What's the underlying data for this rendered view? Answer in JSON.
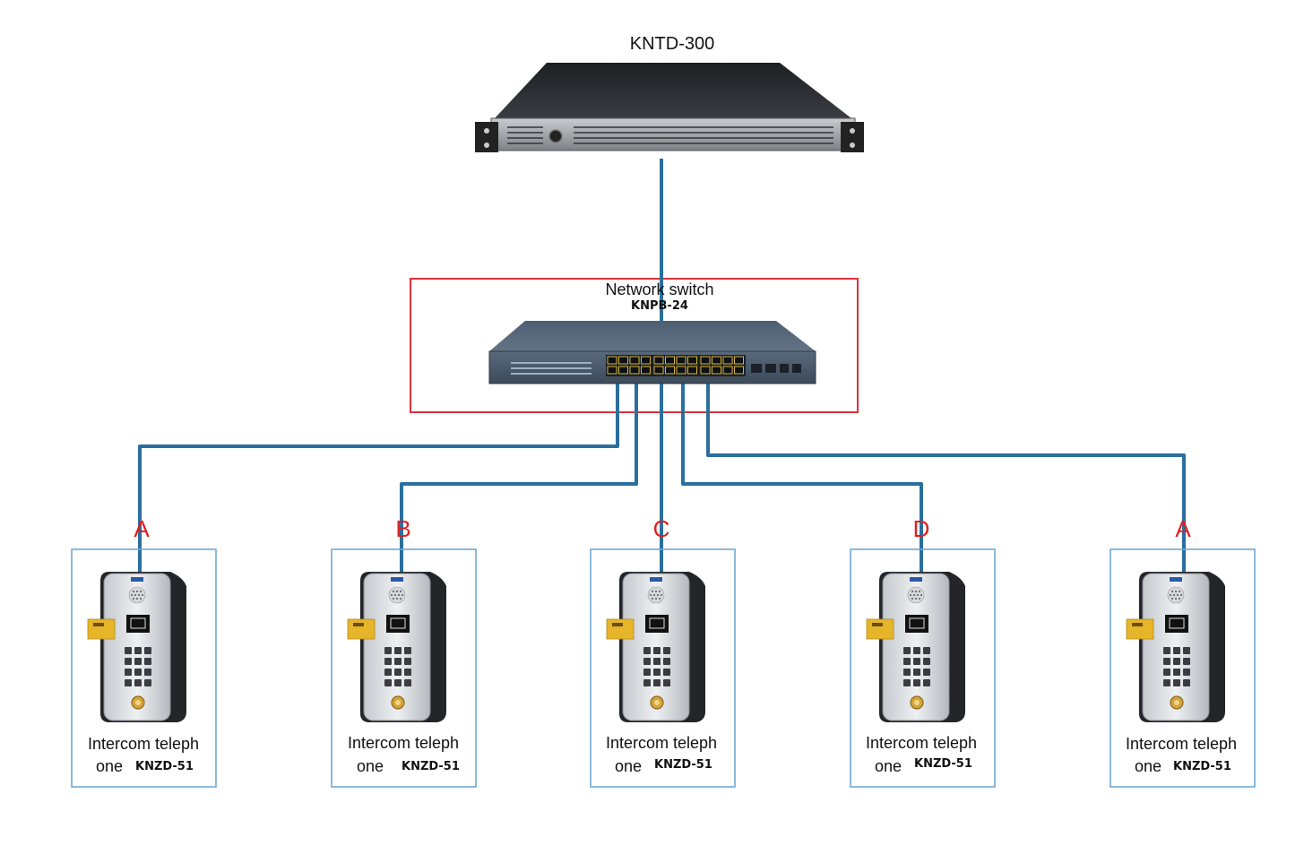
{
  "server": {
    "title": "KNTD-300"
  },
  "switch": {
    "title": "Network switch",
    "model": "KNPB-24"
  },
  "devices": [
    {
      "letter": "A",
      "name_line1": "Intercom teleph",
      "name_line2": "one",
      "model": "KNZD-51"
    },
    {
      "letter": "B",
      "name_line1": "Intercom teleph",
      "name_line2": "one",
      "model": "KNZD-51"
    },
    {
      "letter": "C",
      "name_line1": "Intercom teleph",
      "name_line2": "one",
      "model": "KNZD-51"
    },
    {
      "letter": "D",
      "name_line1": "Intercom teleph",
      "name_line2": "one",
      "model": "KNZD-51"
    },
    {
      "letter": "A",
      "name_line1": "Intercom teleph",
      "name_line2": "one",
      "model": "KNZD-51"
    }
  ],
  "colors": {
    "cable": "#2a6f9e",
    "switch_frame": "#e0323a",
    "device_frame": "#6fa8d6",
    "port_letter": "#e02020"
  }
}
